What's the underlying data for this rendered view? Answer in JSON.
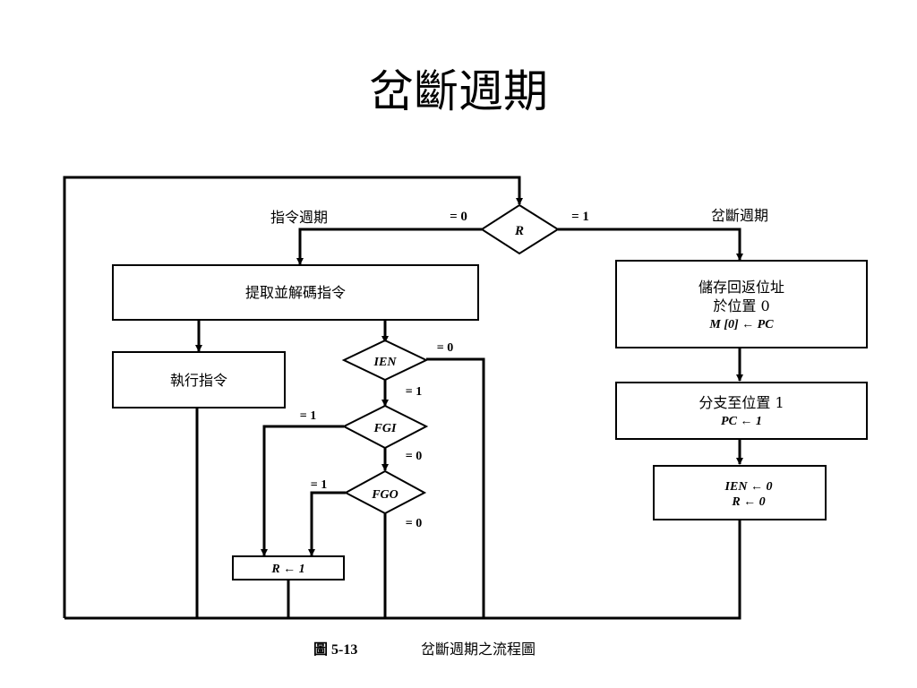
{
  "title": "岔斷週期",
  "diagram": {
    "labels": {
      "instruction_cycle": "指令週期",
      "interrupt_cycle": "岔斷週期",
      "eq0": "= 0",
      "eq1": "= 1"
    },
    "decisions": {
      "r": "R",
      "ien": "IEN",
      "fgi": "FGI",
      "fgo": "FGO"
    },
    "boxes": {
      "fetch_decode": "提取並解碼指令",
      "execute": "執行指令",
      "set_r": "R ← 1",
      "store_return": [
        "儲存回返位址",
        "於位置 0",
        "M [0] ← PC"
      ],
      "branch": [
        "分支至位置 1",
        "PC ← 1"
      ],
      "clear": [
        "IEN ← 0",
        "R ← 0"
      ]
    },
    "caption": {
      "number": "圖 5-13",
      "text": "岔斷週期之流程圖"
    }
  }
}
